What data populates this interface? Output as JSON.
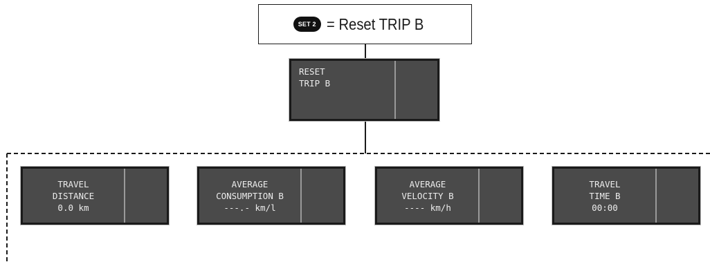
{
  "header": {
    "badge": "SET 2",
    "text": "= Reset TRIP B"
  },
  "reset_display": {
    "line1": "RESET",
    "line2": "TRIP B"
  },
  "displays": [
    {
      "line1": "TRAVEL",
      "line2": "DISTANCE",
      "line3": "0.0 km"
    },
    {
      "line1": "AVERAGE",
      "line2": "CONSUMPTION B",
      "line3": "---.- km/l"
    },
    {
      "line1": "AVERAGE",
      "line2": "VELOCITY B",
      "line3": "---- km/h"
    },
    {
      "line1": "TRAVEL",
      "line2": "TIME B",
      "line3": "00:00"
    }
  ]
}
